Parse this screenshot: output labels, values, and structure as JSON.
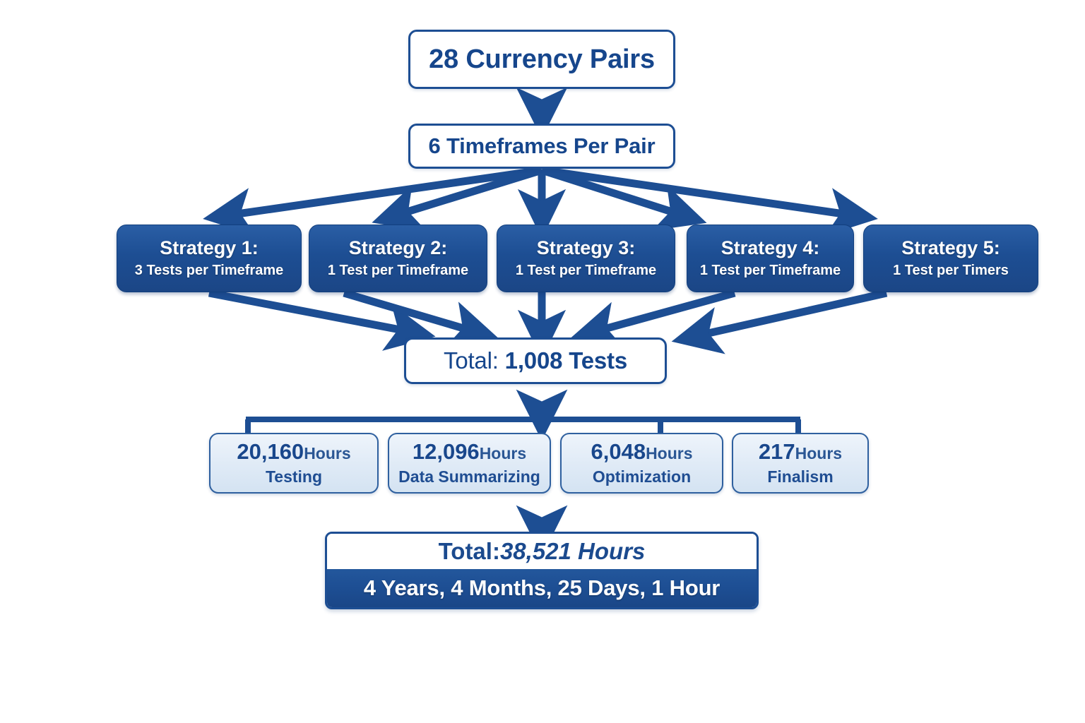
{
  "diagram": {
    "title_box": {
      "text": "28 Currency Pairs"
    },
    "timeframes_box": {
      "text": "6 Timeframes Per Pair"
    },
    "strategies": [
      {
        "title": "Strategy 1:",
        "sub": "3 Tests per Timeframe"
      },
      {
        "title": "Strategy 2:",
        "sub": "1 Test per Timeframe"
      },
      {
        "title": "Strategy 3:",
        "sub": "1 Test per Timeframe"
      },
      {
        "title": "Strategy 4:",
        "sub": "1 Test per Timeframe"
      },
      {
        "title": "Strategy 5:",
        "sub": "1 Test per Timers"
      }
    ],
    "total_tests": {
      "lead": "Total: ",
      "value": "1,008 Tests"
    },
    "hour_boxes": [
      {
        "number": "20,160",
        "unit": "Hours",
        "label": "Testing"
      },
      {
        "number": "12,096",
        "unit": "Hours",
        "label": "Data Summarizing"
      },
      {
        "number": "6,048",
        "unit": "Hours",
        "label": "Optimization"
      },
      {
        "number": "217",
        "unit": "Hours",
        "label": "Finalism"
      }
    ],
    "grand_total": {
      "lead": "Total: ",
      "hours": "38,521 Hours",
      "duration": "4 Years, 4 Months, 25 Days, 1 Hour"
    },
    "colors": {
      "background": "#ffffff",
      "primary_blue": "#1d4e93",
      "dark_blue_text": "#16468c",
      "light_box_fill": "#dfeaf6",
      "white": "#ffffff"
    }
  }
}
